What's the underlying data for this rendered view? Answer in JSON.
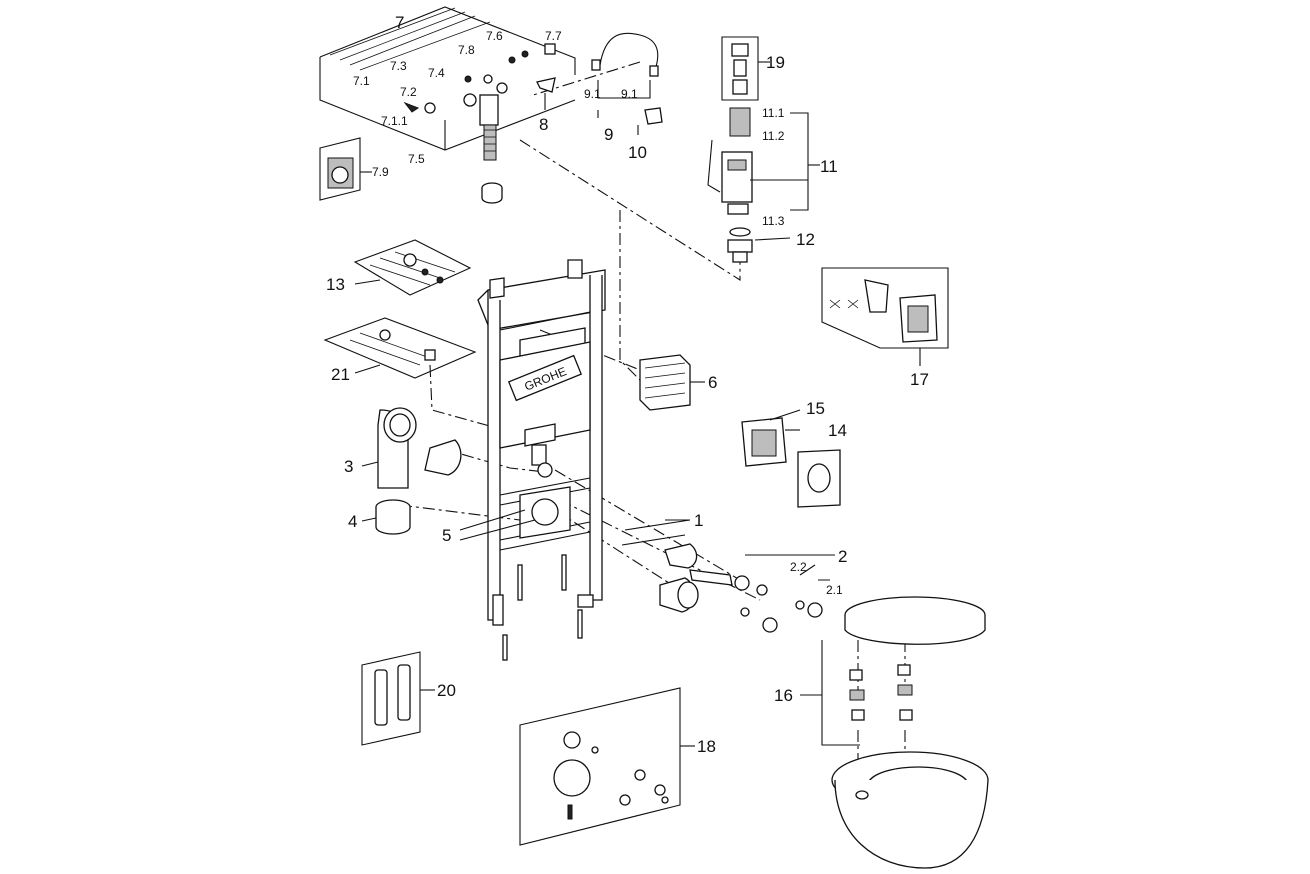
{
  "diagram": {
    "brand": "GROHE",
    "labels": {
      "p1": "1",
      "p2": "2",
      "p2_1": "2.1",
      "p2_2": "2.2",
      "p3": "3",
      "p4": "4",
      "p5": "5",
      "p6": "6",
      "p7": "7",
      "p7_1": "7.1",
      "p7_1_1": "7.1.1",
      "p7_2": "7.2",
      "p7_3": "7.3",
      "p7_4": "7.4",
      "p7_5": "7.5",
      "p7_6": "7.6",
      "p7_7": "7.7",
      "p7_8": "7.8",
      "p7_9": "7.9",
      "p8": "8",
      "p9": "9",
      "p9_1a": "9.1",
      "p9_1b": "9.1",
      "p10": "10",
      "p11": "11",
      "p11_1": "11.1",
      "p11_2": "11.2",
      "p11_3": "11.3",
      "p12": "12",
      "p13": "13",
      "p14": "14",
      "p15": "15",
      "p16": "16",
      "p17": "17",
      "p18": "18",
      "p19": "19",
      "p20": "20",
      "p21": "21"
    }
  }
}
